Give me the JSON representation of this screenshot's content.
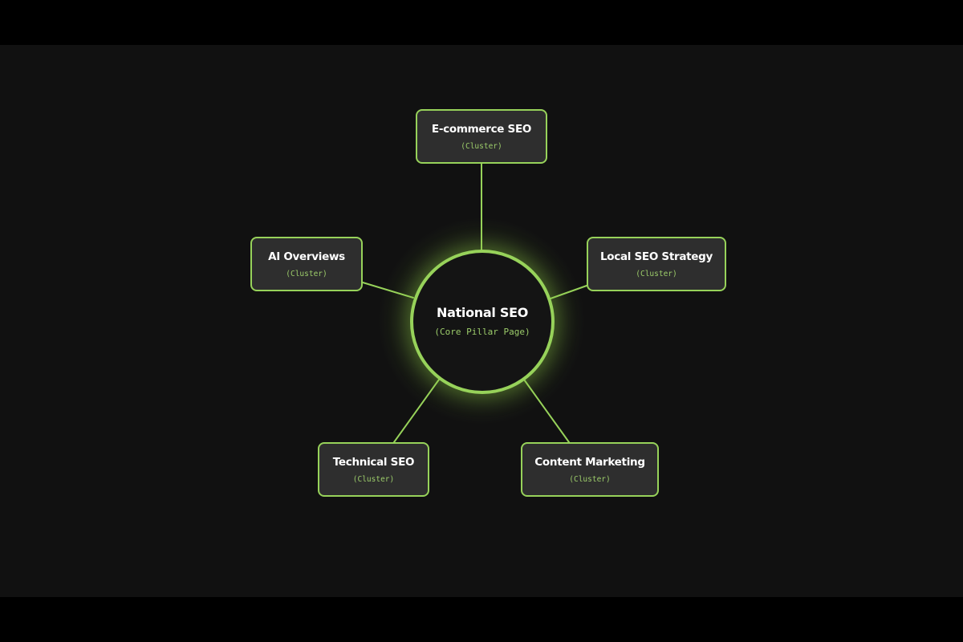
{
  "diagram": {
    "accent_color": "#97d25a",
    "background_color": "#111111",
    "node_fill_color": "#2e2e2e",
    "center": {
      "title": "National SEO",
      "subtitle": "(Core Pillar Page)"
    },
    "clusters": [
      {
        "id": "ecommerce",
        "title": "E-commerce SEO",
        "subtitle": "(Cluster)",
        "position": "top"
      },
      {
        "id": "ai-overviews",
        "title": "AI Overviews",
        "subtitle": "(Cluster)",
        "position": "upper-left"
      },
      {
        "id": "local-seo",
        "title": "Local SEO Strategy",
        "subtitle": "(Cluster)",
        "position": "upper-right"
      },
      {
        "id": "technical-seo",
        "title": "Technical SEO",
        "subtitle": "(Cluster)",
        "position": "lower-left"
      },
      {
        "id": "content-marketing",
        "title": "Content Marketing",
        "subtitle": "(Cluster)",
        "position": "lower-right"
      }
    ],
    "edges": [
      {
        "from": "National SEO",
        "to": "E-commerce SEO"
      },
      {
        "from": "National SEO",
        "to": "AI Overviews"
      },
      {
        "from": "National SEO",
        "to": "Local SEO Strategy"
      },
      {
        "from": "National SEO",
        "to": "Technical SEO"
      },
      {
        "from": "National SEO",
        "to": "Content Marketing"
      }
    ]
  }
}
